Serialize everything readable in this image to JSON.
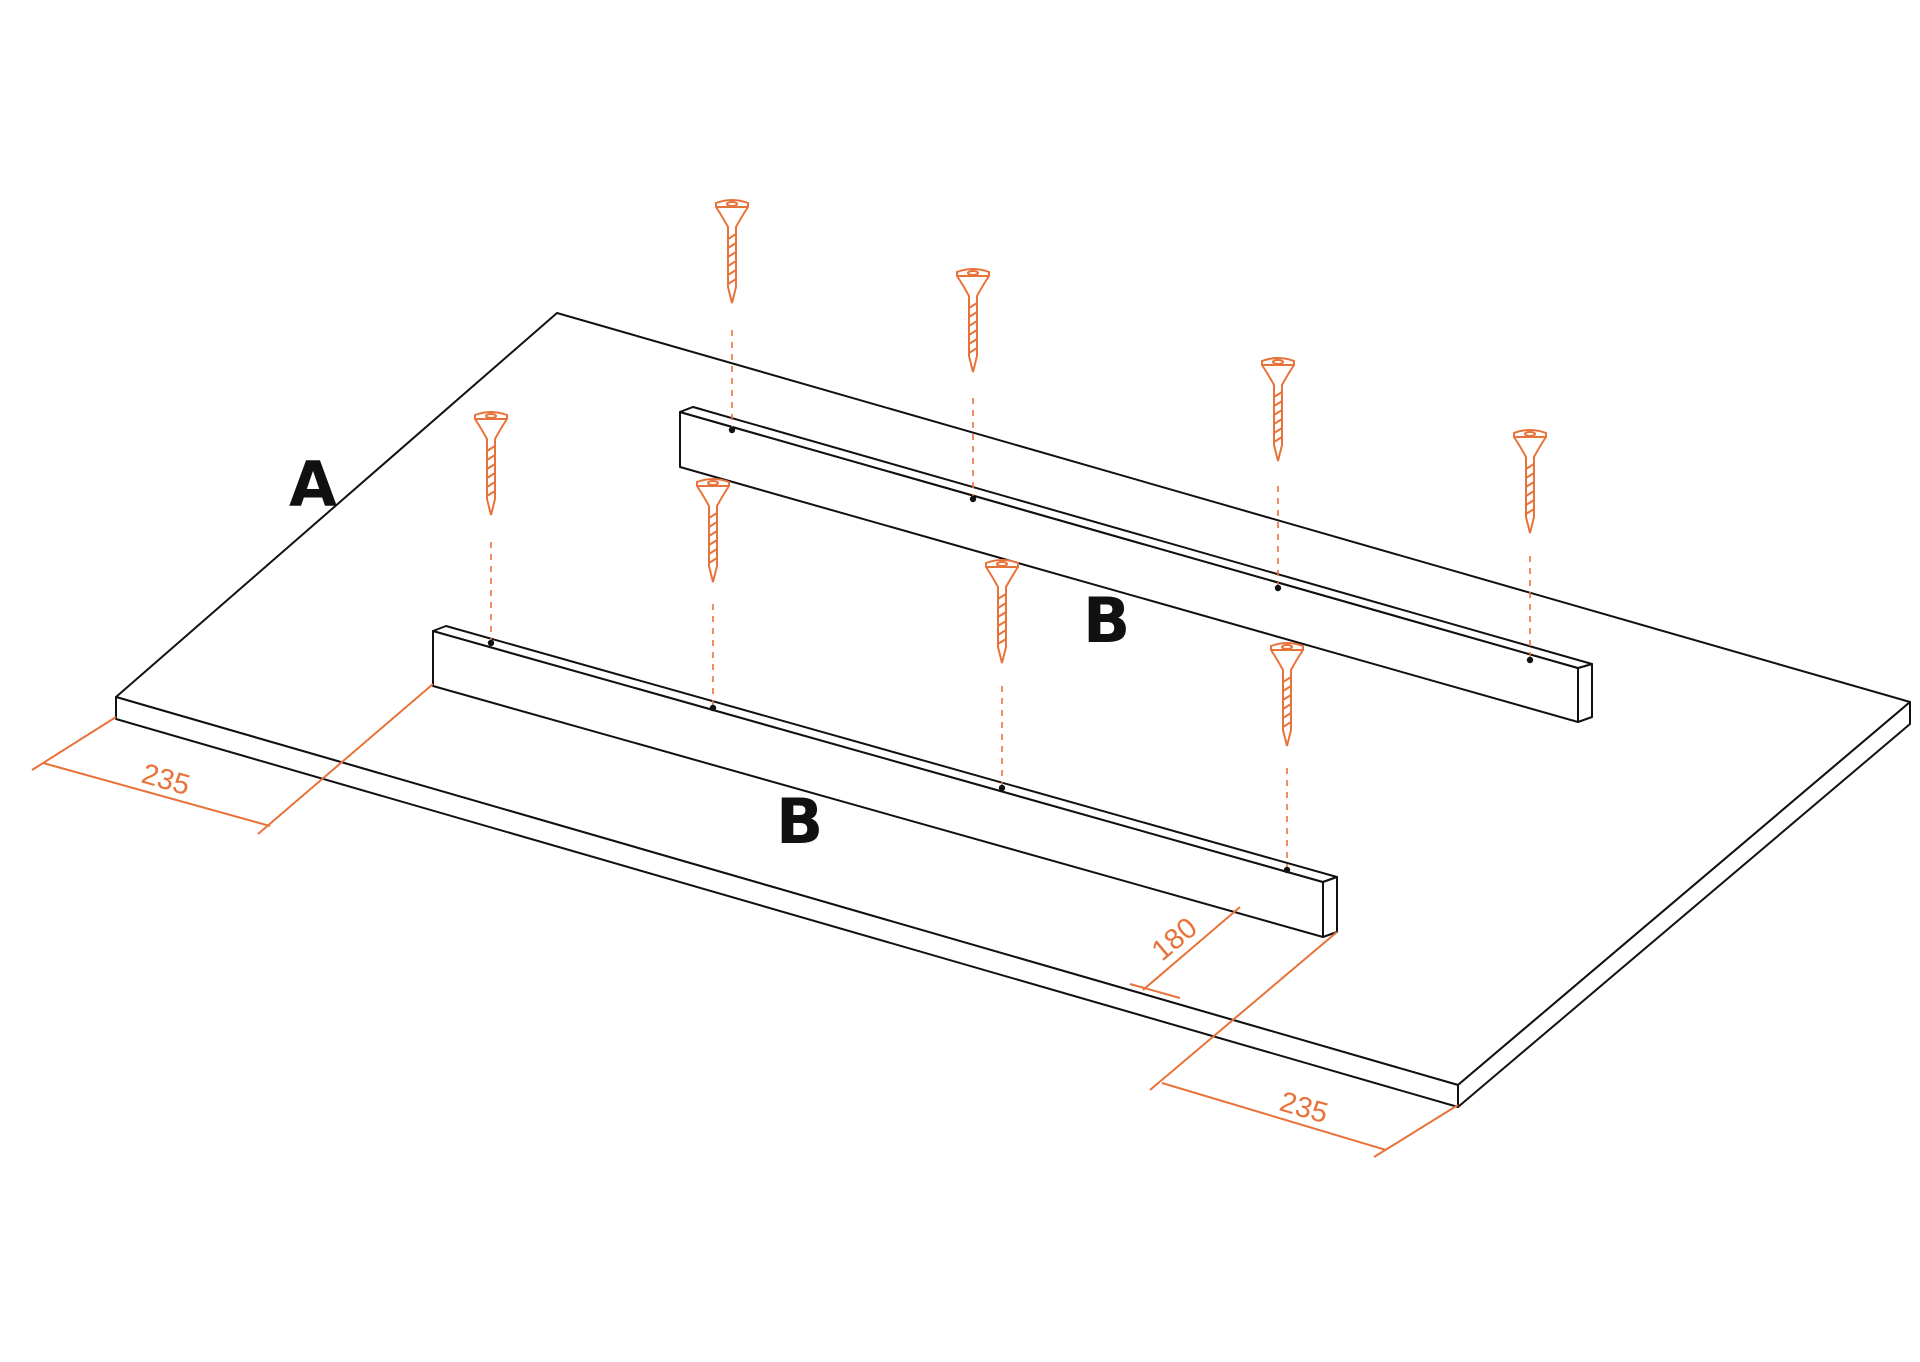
{
  "labels": {
    "panel": "A",
    "rail_back": "B",
    "rail_front": "B"
  },
  "dimensions": {
    "left_offset": "235",
    "right_offset": "235",
    "rail_spacing": "180"
  },
  "colors": {
    "accent": "#e8733a",
    "line": "#111111"
  },
  "icons": [
    "countersunk-screw-icon"
  ]
}
